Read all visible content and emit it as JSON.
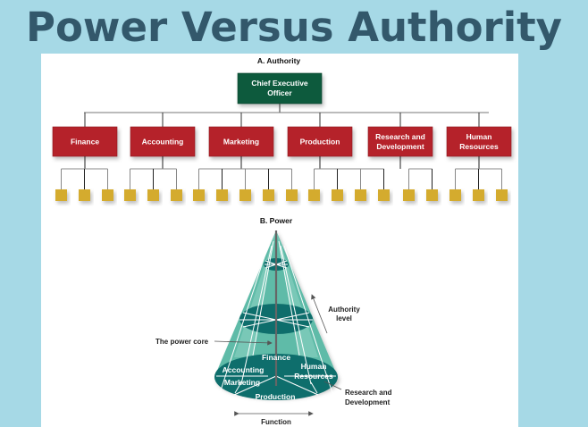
{
  "title": "Power Versus Authority",
  "colors": {
    "background": "#a6d9e6",
    "title": "#33586b",
    "ceo_box": "#0f5a3c",
    "department_box": "#b5232c",
    "employee_square": "#d4ab2e",
    "cone_light": "#5fbba8",
    "cone_dark": "#0e6e6c"
  },
  "authority": {
    "heading": "A.  Authority",
    "ceo": {
      "line1": "Chief Executive",
      "line2": "Officer"
    },
    "departments": [
      {
        "line1": "Finance",
        "line2": "",
        "subordinates": 3
      },
      {
        "line1": "Accounting",
        "line2": "",
        "subordinates": 3
      },
      {
        "line1": "Marketing",
        "line2": "",
        "subordinates": 5
      },
      {
        "line1": "Production",
        "line2": "",
        "subordinates": 4
      },
      {
        "line1": "Research and",
        "line2": "Development",
        "subordinates": 2
      },
      {
        "line1": "Human",
        "line2": "Resources",
        "subordinates": 3
      }
    ]
  },
  "power": {
    "heading": "B.  Power",
    "authority_level": {
      "line1": "Authority",
      "line2": "level"
    },
    "power_core": "The power core",
    "functions": {
      "finance": "Finance",
      "accounting": "Accounting",
      "marketing": "Marketing",
      "production": "Production",
      "hr_line1": "Human",
      "hr_line2": "Resources"
    },
    "rnd": {
      "line1": "Research and",
      "line2": "Development"
    },
    "function_axis": "Function"
  }
}
